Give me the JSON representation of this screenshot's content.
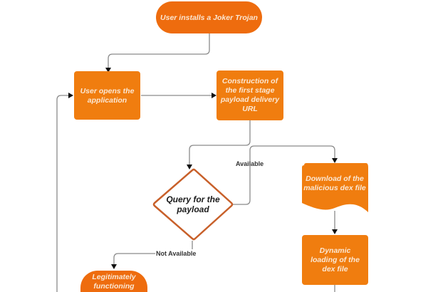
{
  "diagram": {
    "colors": {
      "node_fill": "#f07d0f",
      "terminal_fill": "#ee6c0e",
      "decision_stroke": "#c8602a",
      "node_text": "#fbe7d3",
      "decision_text": "#1c1c1c",
      "edge": "#8a8a8a",
      "arrowhead": "#111111"
    },
    "nodes": {
      "start": {
        "type": "terminal",
        "lines": [
          "User installs a Joker Trojan"
        ]
      },
      "open_app": {
        "type": "process",
        "lines": [
          "User opens the",
          "application"
        ]
      },
      "construct_url": {
        "type": "process",
        "lines": [
          "Construction of",
          "the first stage",
          "payload delivery",
          "URL"
        ]
      },
      "query_payload": {
        "type": "decision",
        "lines": [
          "Query for the",
          "payload"
        ]
      },
      "download_dex": {
        "type": "document",
        "lines": [
          "Download of the",
          "malicious dex file"
        ]
      },
      "dynamic_loading": {
        "type": "process",
        "lines": [
          "Dynamic",
          "loading of the",
          "dex file"
        ]
      },
      "legit_functioning": {
        "type": "terminal",
        "lines": [
          "Legitimately",
          "functioning"
        ]
      }
    },
    "edges": [
      {
        "from": "start",
        "to": "open_app",
        "label": ""
      },
      {
        "from": "open_app",
        "to": "construct_url",
        "label": ""
      },
      {
        "from": "construct_url",
        "to": "query_payload",
        "label": ""
      },
      {
        "from": "query_payload",
        "to": "download_dex",
        "label": "Available"
      },
      {
        "from": "query_payload",
        "to": "legit_functioning",
        "label": "Not Available"
      },
      {
        "from": "download_dex",
        "to": "dynamic_loading",
        "label": ""
      },
      {
        "from": "legit_functioning",
        "to": "open_app",
        "label": ""
      }
    ]
  }
}
